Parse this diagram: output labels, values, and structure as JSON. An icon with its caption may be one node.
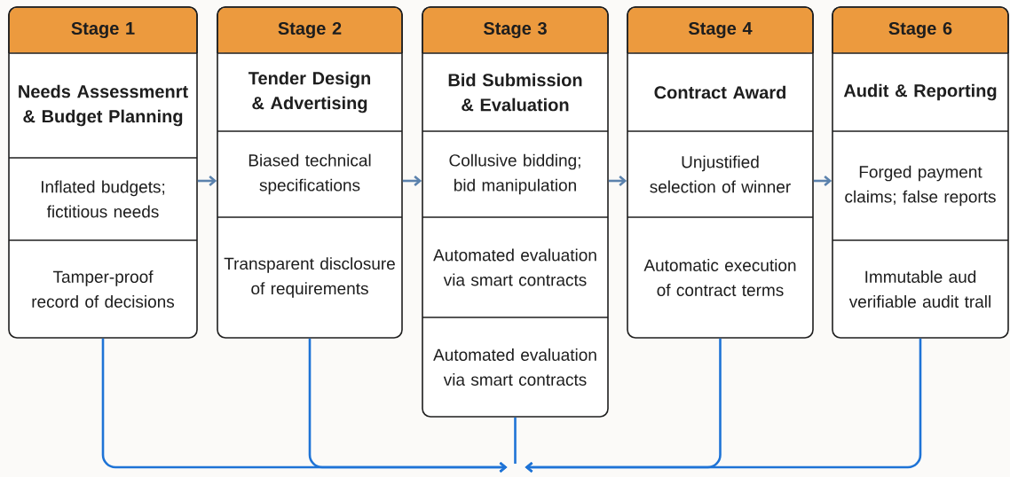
{
  "diagram": {
    "nodes": [
      {
        "text": [
          "Stage 1",
          "Needs Assessmenrt & Budget Planning",
          "Inflated budgets; fictitious needs",
          "Tamper-proof record of decisions"
        ]
      },
      {
        "text": [
          "Stage 2",
          "Tender Design & Advertising",
          "Biased technical specifications",
          "Transparent disclosure of requirements"
        ]
      },
      {
        "text": [
          "Stage 3",
          "Bid Submission & Evaluation",
          "Collusive bidding; bid manipulation",
          "Automated evaluation via smart contracts",
          "Automated evaluation via smart contracts"
        ]
      },
      {
        "text": [
          "Stage 4",
          "Contract Award",
          "Unjustified selection of winner",
          "Automatic execution of contract terms"
        ]
      },
      {
        "text": [
          "Stage 6",
          "Audit & Reporting",
          "Forged payment claims; false reports",
          "Immutable aud verifiable audit trall"
        ]
      }
    ],
    "edges": [
      {
        "from": 0,
        "to": 1,
        "arrow": "to",
        "color": "#5b82ad"
      },
      {
        "from": 1,
        "to": 2,
        "arrow": "to",
        "color": "#5b82ad"
      },
      {
        "from": 2,
        "to": 3,
        "arrow": "to",
        "color": "#5b82ad"
      },
      {
        "from": 3,
        "to": 4,
        "arrow": "to",
        "color": "#5b82ad"
      },
      {
        "from": 0,
        "to": null,
        "arrow": "to"
      },
      {
        "from": 1,
        "to": null,
        "arrow": "to"
      },
      {
        "from": 2,
        "to": null,
        "arrow": "none"
      },
      {
        "from": 3,
        "to": null,
        "arrow": "to"
      },
      {
        "from": 4,
        "to": null,
        "arrow": "to"
      }
    ]
  }
}
